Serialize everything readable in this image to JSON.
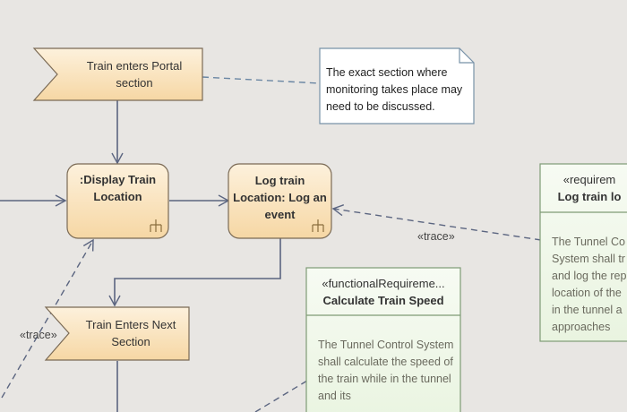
{
  "signals": {
    "portal": "Train enters Portal section",
    "next_section": "Train Enters Next Section"
  },
  "actions": {
    "display": ":Display Train Location",
    "log": "Log train Location: Log an event"
  },
  "note": {
    "text": "The exact section where monitoring takes place may need to be discussed."
  },
  "requirements": {
    "log": {
      "stereotype": "«requirem",
      "title": "Log train lo",
      "body": "The Tunnel Co System shall tr and log the rep location of the in the tunnel a approaches"
    },
    "speed": {
      "stereotype": "«functionalRequireme...",
      "title": "Calculate Train Speed",
      "body": "The Tunnel Control System shall calculate the speed of the train while in the tunnel and its"
    }
  },
  "trace_labels": {
    "right": "«trace»",
    "left": "«trace»"
  },
  "colors": {
    "background": "#e8e6e3",
    "action_fill_top": "#fdf1dc",
    "action_fill_bottom": "#f6d9a8",
    "action_stroke": "#7a6a55",
    "req_fill": "#f0f7ea",
    "req_stroke": "#7f9b76",
    "connector": "#5b6580",
    "note_stroke": "#7892a8"
  }
}
